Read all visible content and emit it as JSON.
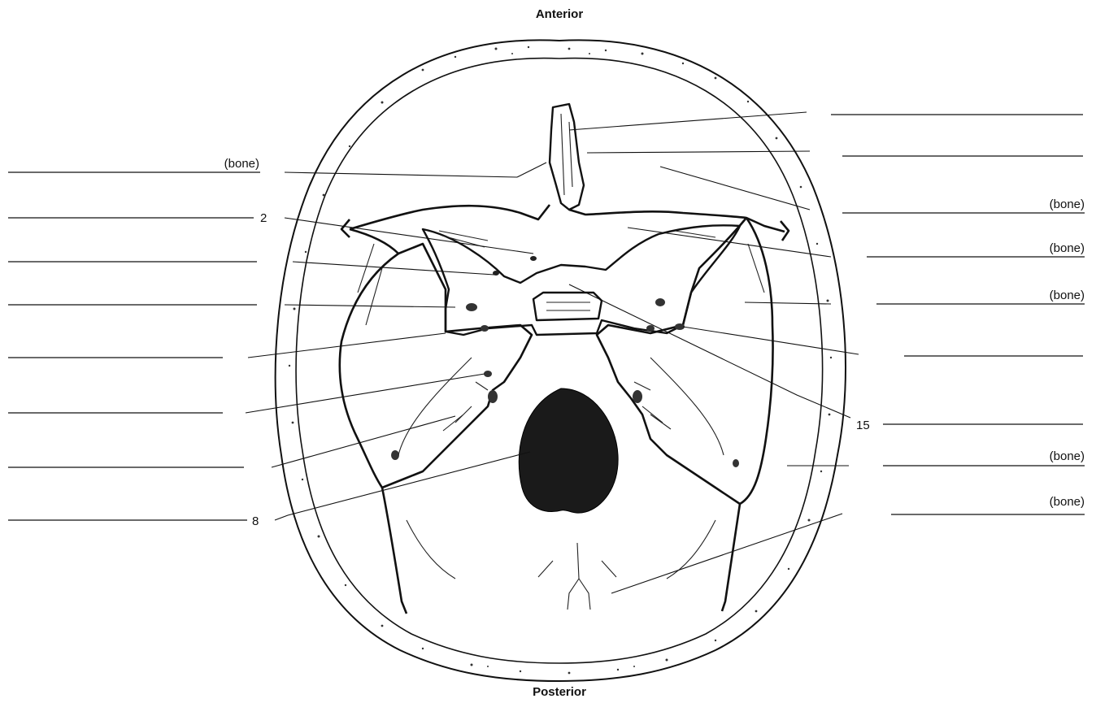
{
  "orientation": {
    "top": "Anterior",
    "bottom": "Posterior"
  },
  "labels": {
    "bone": "(bone)"
  },
  "numbers": {
    "n2": "2",
    "n8": "8",
    "n15": "15"
  }
}
